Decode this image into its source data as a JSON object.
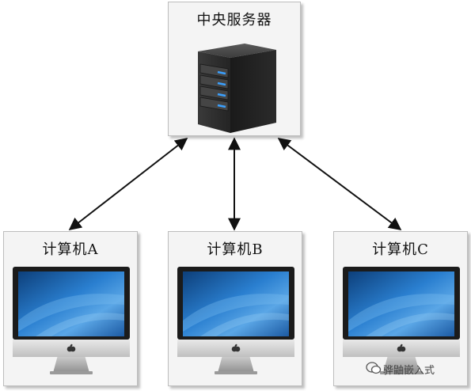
{
  "server": {
    "label": "中央服务器"
  },
  "computers": [
    {
      "label": "计算机A"
    },
    {
      "label": "计算机B"
    },
    {
      "label": "计算机C"
    }
  ],
  "watermark": {
    "text": "骅鼬嵌入式"
  },
  "icons": {
    "server": "server-tower-icon",
    "computer": "imac-monitor-icon",
    "apple": "apple-logo-icon",
    "wechat": "wechat-icon"
  },
  "colors": {
    "box_fill": "#f4f4f4",
    "box_border": "#bdbdbd",
    "arrow": "#111111",
    "server_body": "#2f2f2f",
    "server_led": "#3aa0ff",
    "screen_blue": "#1f66b4"
  }
}
